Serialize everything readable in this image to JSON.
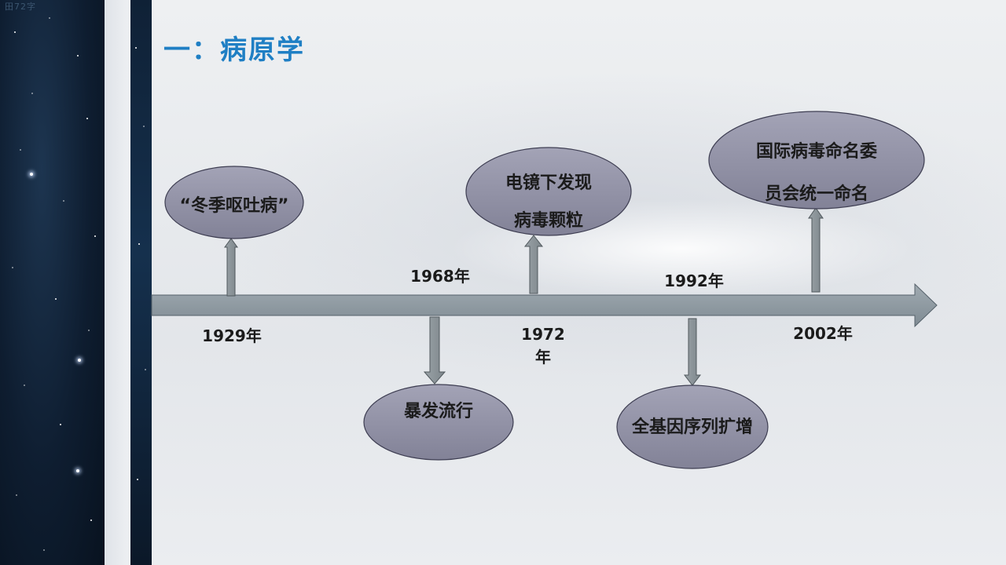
{
  "slide": {
    "corner_mark": "田72字",
    "title": "一：病原学"
  },
  "timeline": {
    "events": [
      {
        "year": "1929年",
        "label": "“冬季呕吐病”",
        "position": "above"
      },
      {
        "year": "1968年",
        "label": "暴发流行",
        "position": "below"
      },
      {
        "year_lines": [
          "1972",
          "年"
        ],
        "label_lines": [
          "电镜下发现",
          "病毒颗粒"
        ],
        "position": "above"
      },
      {
        "year": "1992年",
        "label": "全基因序列扩增",
        "position": "below"
      },
      {
        "year": "2002年",
        "label_lines": [
          "国际病毒命名委",
          "员会统一命名"
        ],
        "position": "above"
      }
    ]
  },
  "colors": {
    "title": "#1f7fc4",
    "oval_fill": "#8f8fa3",
    "axis_fill": "#8e9aa2",
    "arrow_fill": "#8a9297"
  }
}
